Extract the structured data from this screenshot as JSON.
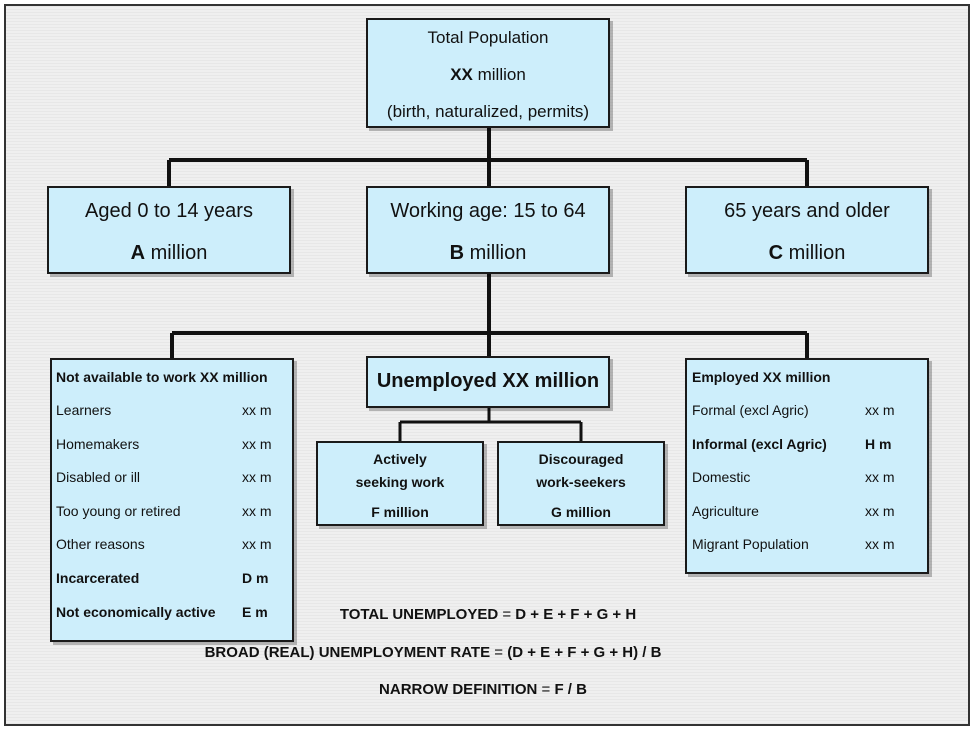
{
  "total": {
    "line1": "Total Population",
    "amount": "XX",
    "amount_unit": " million",
    "line3": "(birth, naturalized, permits)"
  },
  "age_groups": [
    {
      "label": "Aged 0 to 14 years",
      "value": "A",
      "unit": " million"
    },
    {
      "label": "Working age: 15 to 64",
      "value": "B",
      "unit": " million"
    },
    {
      "label": "65 years and older",
      "value": "C",
      "unit": " million"
    }
  ],
  "not_available": {
    "title": "Not available to work XX million",
    "rows": [
      {
        "label": "Learners",
        "value": "xx m",
        "bold": false
      },
      {
        "label": "Homemakers",
        "value": "xx m",
        "bold": false
      },
      {
        "label": "Disabled or ill",
        "value": "xx m",
        "bold": false
      },
      {
        "label": "Too young or retired",
        "value": "xx m",
        "bold": false
      },
      {
        "label": "Other reasons",
        "value": "xx m",
        "bold": false
      },
      {
        "label": "Incarcerated",
        "value": "D m",
        "bold": true
      },
      {
        "label": "Not economically active",
        "value": "E m",
        "bold": true
      }
    ]
  },
  "unemployed": {
    "title": "Unemployed XX million",
    "active": {
      "line1": "Actively",
      "line2": "seeking work",
      "value": "F million"
    },
    "discouraged": {
      "line1": "Discouraged",
      "line2": "work-seekers",
      "value": "G million"
    }
  },
  "employed": {
    "title": "Employed XX million",
    "rows": [
      {
        "label": "Formal (excl Agric)",
        "value": "xx m",
        "bold": false
      },
      {
        "label": "Informal (excl Agric)",
        "value": "H m",
        "bold": true
      },
      {
        "label": "Domestic",
        "value": "xx m",
        "bold": false
      },
      {
        "label": "Agriculture",
        "value": "xx m",
        "bold": false
      },
      {
        "label": "Migrant Population",
        "value": "xx m",
        "bold": false
      }
    ]
  },
  "formulas": {
    "total_unemployed_label": "TOTAL UNEMPLOYED",
    "total_unemployed_expr": "D + E + F + G + H",
    "broad_label": "BROAD (REAL) UNEMPLOYMENT RATE",
    "broad_expr": "(D + E + F + G + H) / B",
    "narrow_label": "NARROW DEFINITION",
    "narrow_expr": "F / B",
    "equals": " = "
  }
}
